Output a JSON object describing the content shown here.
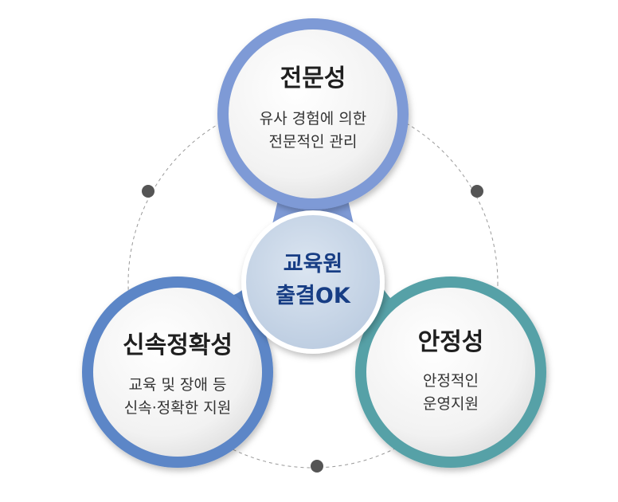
{
  "center": {
    "line1": "교육원",
    "line2": "출결OK"
  },
  "nodes": [
    {
      "id": "expertise",
      "title": "전문성",
      "desc_line1": "유사 경험에 의한",
      "desc_line2": "전문적인 관리",
      "color": "#7e9ad6"
    },
    {
      "id": "accuracy",
      "title": "신속정확성",
      "desc_line1": "교육 및 장애 등",
      "desc_line2": "신속·정확한 지원",
      "color": "#5b86c7"
    },
    {
      "id": "stability",
      "title": "안정성",
      "desc_line1": "안정적인",
      "desc_line2": "운영지원",
      "color": "#57a1a7"
    }
  ],
  "colors": {
    "center_fill": "#c5d3e4",
    "center_text": "#173d84",
    "ring_dots": "#555555",
    "dashed_ring": "#999999"
  }
}
